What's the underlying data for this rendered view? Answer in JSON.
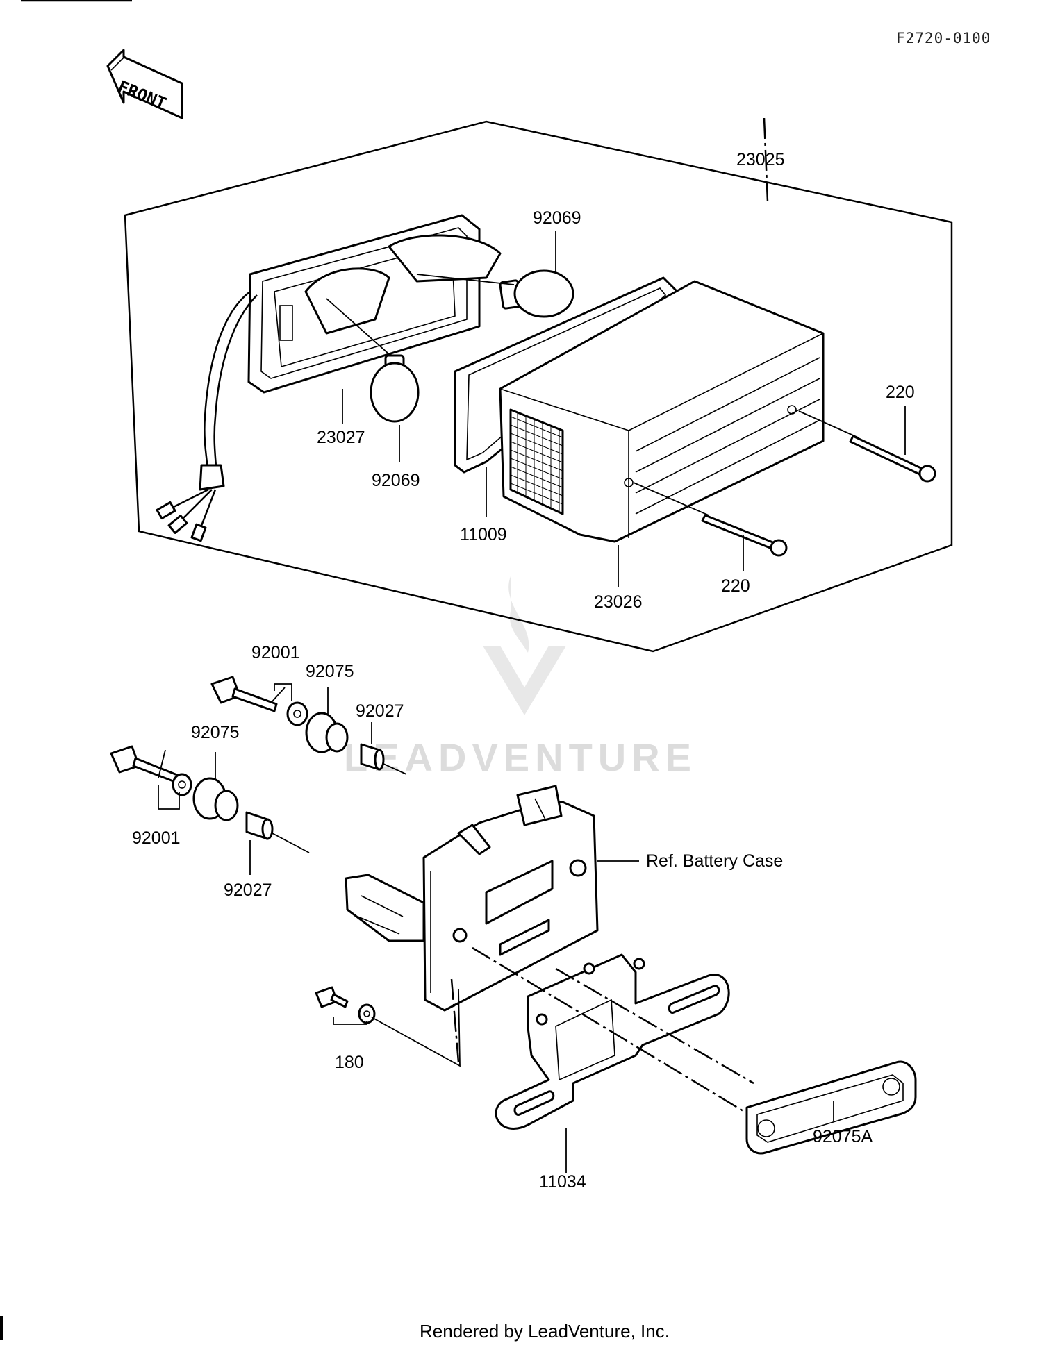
{
  "diagram_code": "F2720-0100",
  "front_label": "FRONT",
  "watermark": "LEADVENTURE",
  "footer": "Rendered by LeadVenture, Inc.",
  "callouts": {
    "c23025": "23025",
    "c92069a": "92069",
    "c220a": "220",
    "c23027": "23027",
    "c92069b": "92069",
    "c11009": "11009",
    "c23026": "23026",
    "c220b": "220",
    "c92001a": "92001",
    "c92075a": "92075",
    "c92027a": "92027",
    "c92075b": "92075",
    "c92001b": "92001",
    "c92027b": "92027",
    "battery_ref": "Ref.  Battery Case",
    "c180": "180",
    "c11034": "11034",
    "c92075A": "92075A"
  }
}
